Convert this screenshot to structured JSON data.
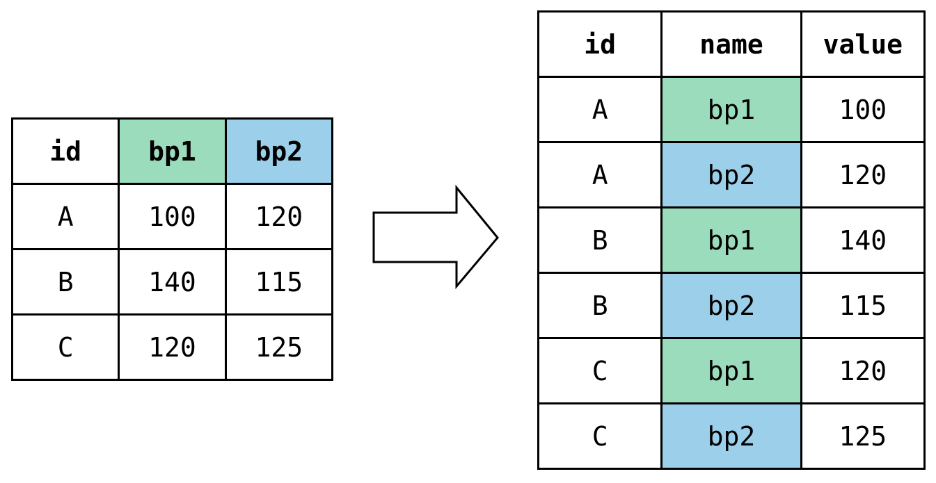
{
  "colors": {
    "bp1": "#9bdcbd",
    "bp2": "#9ccfea",
    "border": "#000000",
    "background": "#ffffff"
  },
  "wide": {
    "headers": [
      "id",
      "bp1",
      "bp2"
    ],
    "rows": [
      [
        "A",
        "100",
        "120"
      ],
      [
        "B",
        "140",
        "115"
      ],
      [
        "C",
        "120",
        "125"
      ]
    ]
  },
  "arrow": {
    "icon": "right-arrow-icon",
    "direction": "right"
  },
  "long": {
    "headers": [
      "id",
      "name",
      "value"
    ],
    "rows": [
      [
        "A",
        "bp1",
        "100"
      ],
      [
        "A",
        "bp2",
        "120"
      ],
      [
        "B",
        "bp1",
        "140"
      ],
      [
        "B",
        "bp2",
        "115"
      ],
      [
        "C",
        "bp1",
        "120"
      ],
      [
        "C",
        "bp2",
        "125"
      ]
    ]
  }
}
